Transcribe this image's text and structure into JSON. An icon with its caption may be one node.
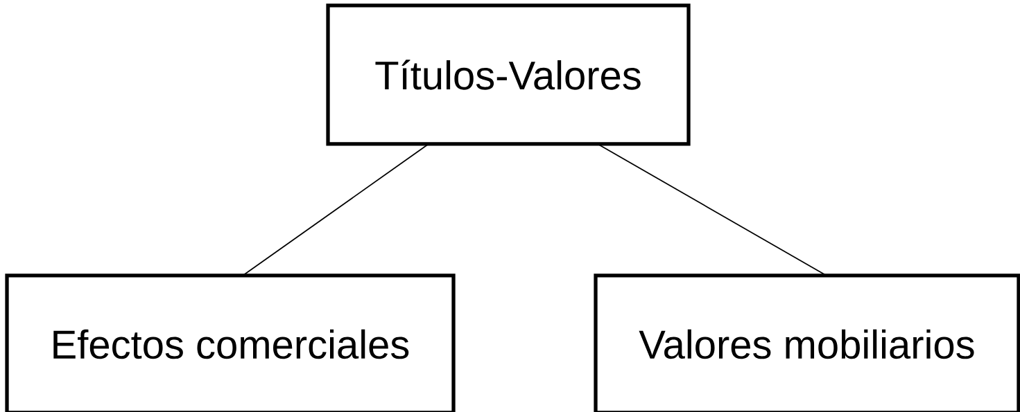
{
  "diagram": {
    "nodes": [
      {
        "text": [
          "Títulos-Valores"
        ]
      },
      {
        "text": [
          "Efectos comerciales"
        ]
      },
      {
        "text": [
          "Valores mobiliarios"
        ]
      }
    ],
    "edges": [
      {
        "from": 0,
        "to": 1,
        "arrow": "none"
      },
      {
        "from": 0,
        "to": 2,
        "arrow": "none"
      }
    ]
  }
}
